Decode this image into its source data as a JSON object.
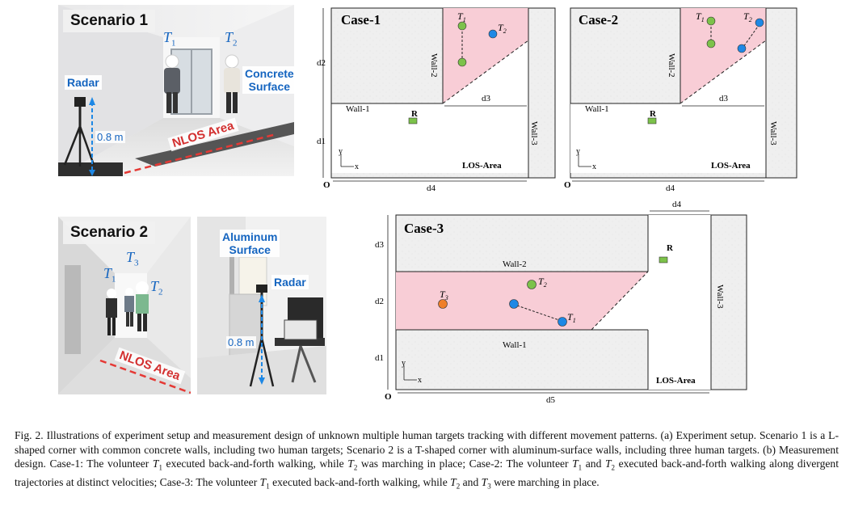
{
  "figure": {
    "scenario1": {
      "title": "Scenario 1",
      "radar_label": "Radar",
      "surface_label_line1": "Concrete",
      "surface_label_line2": "Surface",
      "target_1": "T",
      "target_1_sub": "1",
      "target_2": "T",
      "target_2_sub": "2",
      "height_label": "0.8 m",
      "nlos_label": "NLOS Area"
    },
    "scenario2": {
      "title": "Scenario 2",
      "target_1": "T",
      "target_1_sub": "1",
      "target_2": "T",
      "target_2_sub": "2",
      "target_3": "T",
      "target_3_sub": "3",
      "nlos_label": "NLOS Area",
      "surface_label_line1": "Aluminum",
      "surface_label_line2": "Surface",
      "radar_label": "Radar",
      "height_label": "0.8 m"
    },
    "case1": {
      "title": "Case-1",
      "wall1": "Wall-1",
      "wall2": "Wall-2",
      "wall3": "Wall-3",
      "radar": "R",
      "los": "LOS-Area",
      "d1": "d1",
      "d2": "d2",
      "d3": "d3",
      "d4": "d4",
      "origin": "O",
      "axis_x": "x",
      "axis_y": "y",
      "t1": "T",
      "t1_sub": "1",
      "t2": "T",
      "t2_sub": "2"
    },
    "case2": {
      "title": "Case-2",
      "wall1": "Wall-1",
      "wall2": "Wall-2",
      "wall3": "Wall-3",
      "radar": "R",
      "los": "LOS-Area",
      "d3": "d3",
      "d4": "d4",
      "origin": "O",
      "axis_x": "x",
      "axis_y": "y",
      "t1": "T",
      "t1_sub": "1",
      "t2": "T",
      "t2_sub": "2"
    },
    "case3": {
      "title": "Case-3",
      "wall1": "Wall-1",
      "wall2": "Wall-2",
      "wall3": "Wall-3",
      "radar": "R",
      "los": "LOS-Area",
      "d1": "d1",
      "d2": "d2",
      "d3": "d3",
      "d4": "d4",
      "d5": "d5",
      "origin": "O",
      "axis_x": "x",
      "axis_y": "y",
      "t1": "T",
      "t1_sub": "1",
      "t2": "T",
      "t2_sub": "2",
      "t3": "T",
      "t3_sub": "3"
    },
    "colors": {
      "nlos_fill": "#f8cdd6",
      "target_green": "#7cc24a",
      "target_blue": "#1e88e5",
      "target_orange": "#ef7f2a",
      "label_blue": "#1565c0",
      "nlos_red": "#d32f2f"
    },
    "caption": {
      "p1": "Fig. 2.  Illustrations of experiment setup and measurement design of unknown multiple human targets tracking with different movement patterns. (a) Experiment setup. Scenario 1 is a L-shaped corner with common concrete walls, including two human targets; Scenario 2 is a T-shaped corner with aluminum-surface walls, including three human targets. (b) Measurement design. Case-1: The volunteer ",
      "s1": "T",
      "s1_sub": "1",
      "p2": " executed back-and-forth walking, while ",
      "s2": "T",
      "s2_sub": "2",
      "p3": " was marching in place; Case-2: The volunteer ",
      "s3": "T",
      "s3_sub": "1",
      "p4": " and ",
      "s4": "T",
      "s4_sub": "2",
      "p5": " executed back-and-forth walking along divergent trajectories at distinct velocities; Case-3: The volunteer ",
      "s5": "T",
      "s5_sub": "1",
      "p6": " executed back-and-forth walking, while ",
      "s6": "T",
      "s6_sub": "2",
      "p7": " and ",
      "s7": "T",
      "s7_sub": "3",
      "p8": " were marching in place."
    }
  }
}
